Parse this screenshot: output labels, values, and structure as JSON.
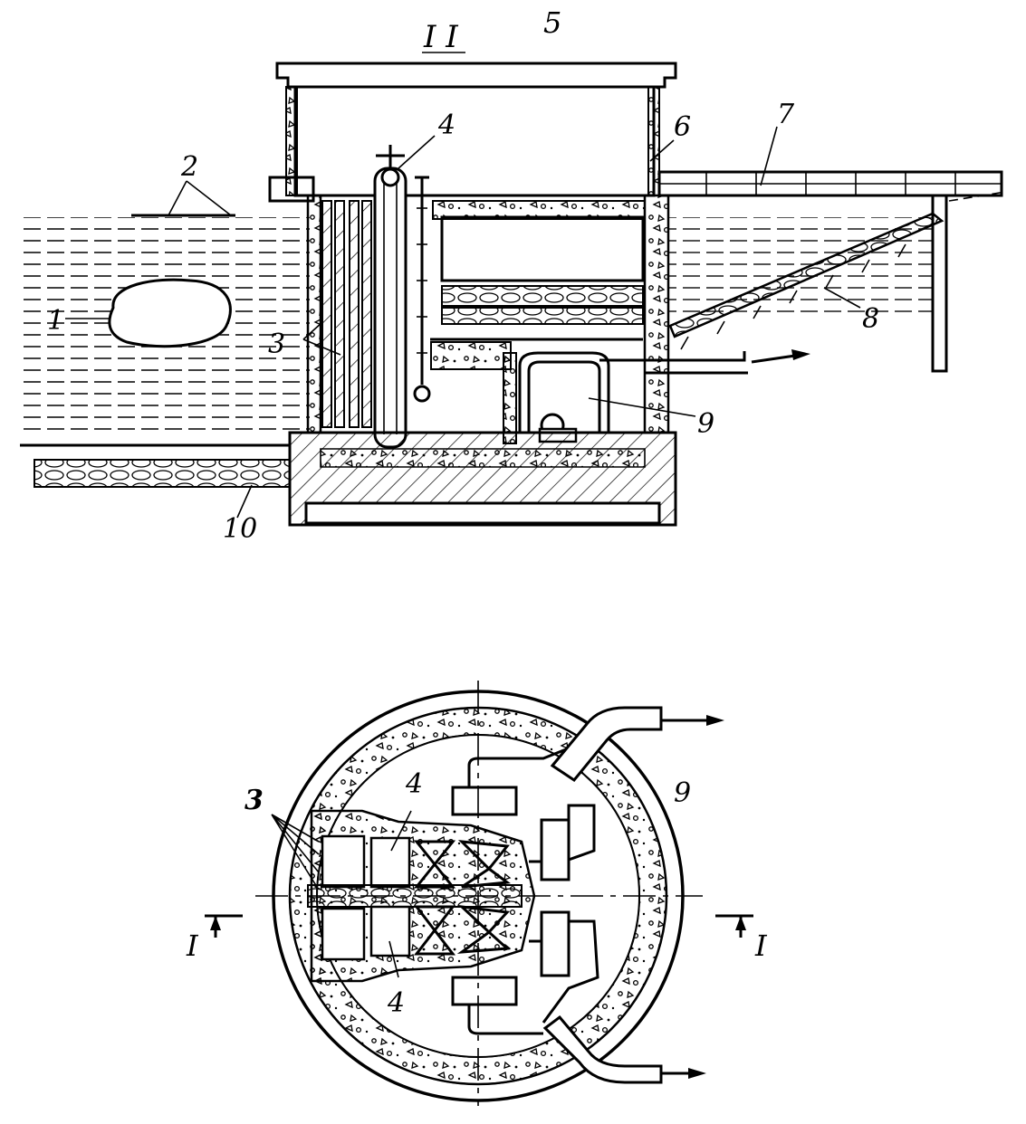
{
  "section_title": "I I",
  "callouts": {
    "c1": "1",
    "c2": "2",
    "c3": "3",
    "c4": "4",
    "c5": "5",
    "c6": "6",
    "c7": "7",
    "c8": "8",
    "c9": "9",
    "c10": "10"
  },
  "plan_callouts": {
    "c3": "3",
    "c4_top": "4",
    "c4_bottom": "4",
    "c9": "9",
    "section_left": "I",
    "section_right": "I"
  },
  "colors": {
    "ink": "#000000",
    "paper": "#ffffff"
  }
}
